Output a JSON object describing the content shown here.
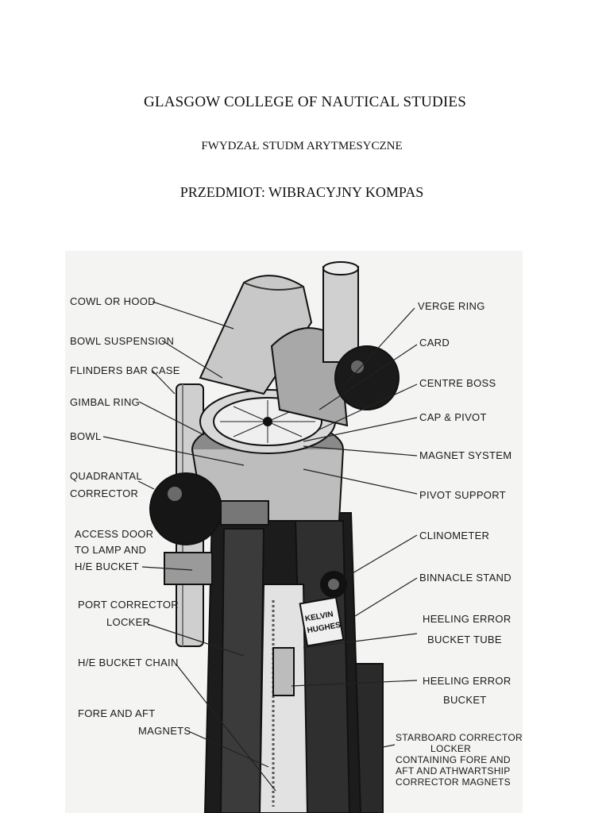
{
  "header": {
    "line1": "GLASGOW COLLEGE OF NAUTICAL STUDIES",
    "line2": "FWYDZAŁ STUDM ARYTMESYCZNE",
    "line3": "PRZEDMIOT: WIBRACYJNY KOMPAS"
  },
  "figure": {
    "labels_left": [
      [
        "COWL OR HOOD"
      ],
      [
        "BOWL SUSPENSION"
      ],
      [
        "FLINDERS BAR CASE"
      ],
      [
        "GIMBAL RING"
      ],
      [
        "BOWL"
      ],
      [
        "QUADRANTAL",
        "CORRECTOR"
      ],
      [
        "ACCESS DOOR",
        "TO LAMP AND",
        "H/E BUCKET"
      ],
      [
        "PORT CORRECTOR",
        "LOCKER"
      ],
      [
        "H/E BUCKET CHAIN"
      ],
      [
        "FORE AND AFT",
        "MAGNETS"
      ]
    ],
    "labels_right": [
      [
        "VERGE RING"
      ],
      [
        "CARD"
      ],
      [
        "CENTRE BOSS"
      ],
      [
        "CAP & PIVOT"
      ],
      [
        "MAGNET SYSTEM"
      ],
      [
        "PIVOT SUPPORT"
      ],
      [
        "CLINOMETER"
      ],
      [
        "BINNACLE STAND"
      ],
      [
        "HEELING ERROR",
        "BUCKET TUBE"
      ],
      [
        "HEELING ERROR",
        "BUCKET"
      ],
      [
        "STARBOARD CORRECTOR",
        "LOCKER",
        "CONTAINING FORE AND",
        "AFT AND ATHWARTSHIP",
        "CORRECTOR MAGNETS"
      ]
    ],
    "plate_text": [
      "KELVIN",
      "HUGHES"
    ]
  }
}
